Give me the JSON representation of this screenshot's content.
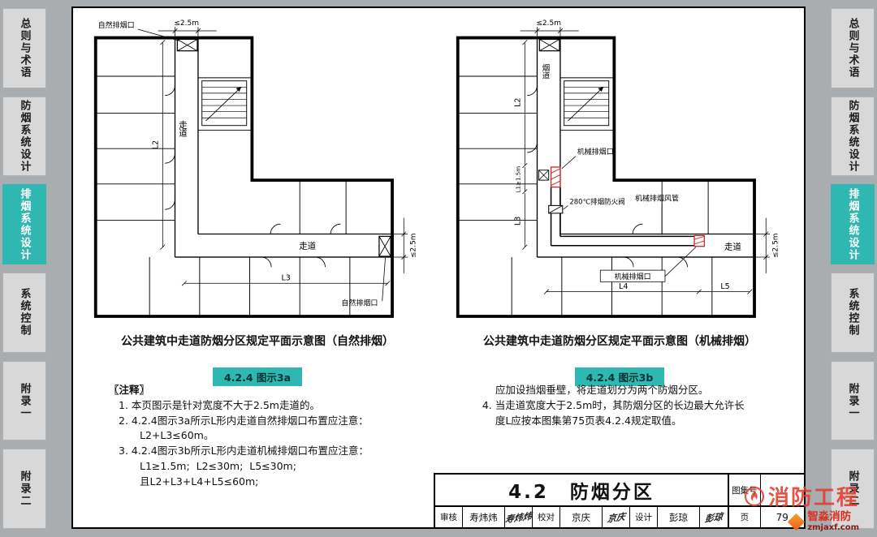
{
  "colors": {
    "accent_teal": "#2fb7b1",
    "tab_gray": "#d7d8d7",
    "frame_gray": "#a9adb0",
    "watermark_red": "#e23d2d",
    "outlet_red": "#cc2a2a"
  },
  "sidebar": {
    "tabs": [
      "总则与术语",
      "防烟系统设计",
      "排烟系统设计",
      "系统控制",
      "附录一",
      "附录二"
    ],
    "active_tab": "排烟系统设计"
  },
  "figures": {
    "a": {
      "caption": "公共建筑中走道防烟分区规定平面示意图（自然排烟）",
      "badge": "4.2.4 图示3a",
      "labels": {
        "vent_top": "自然排烟口",
        "vent_right": "自然排烟口",
        "corridor_v": "走道",
        "corridor_h": "走道",
        "dim_top": "≤2.5m",
        "dim_right": "≤2.5m",
        "l2": "L2",
        "l3": "L3"
      }
    },
    "b": {
      "caption": "公共建筑中走道防烟分区规定平面示意图（机械排烟）",
      "badge": "4.2.4 图示3b",
      "labels": {
        "shaft": "烟道",
        "outlet_top": "机械排烟口",
        "outlet_right": "机械排烟口",
        "damper": "280℃排烟防火阀",
        "duct": "机械排烟风管",
        "corridor_h": "走道",
        "dim_top": "≤2.5m",
        "dim_right": "≤2.5m",
        "l1": "L1≥1.5m",
        "l2": "L2",
        "l3": "L3",
        "l4": "L4",
        "l5": "L5"
      }
    }
  },
  "notes": {
    "header": "〖注释〗",
    "col1": [
      "1. 本页图示是针对宽度不大于2.5m走道的。",
      "2. 4.2.4图示3a所示L形内走道自然排烟口布置应注意：",
      "L2+L3≤60m。",
      "3. 4.2.4图示3b所示L形内走道机械排烟口布置应注意：",
      "L1≥1.5m;  L2≤30m;  L5≤30m;",
      "且L2+L3+L4+L5≤60m;"
    ],
    "col2": [
      "应加设挡烟垂壁，将走道划分为两个防烟分区。",
      "4. 当走道宽度大于2.5m时，其防烟分区的长边最大允许长",
      "度L应按本图集第75页表4.2.4规定取值。"
    ]
  },
  "titleblock": {
    "section_title": "4.2　防烟分区",
    "atlas_label": "图集号",
    "atlas_value": "",
    "page_label": "页",
    "page_value": "79",
    "reviewer_label": "审核",
    "reviewer_name": "寿炜炜",
    "reviewer_sig": "寿炜炜",
    "checker_label": "校对",
    "checker_name": "京庆",
    "checker_sig": "京庆",
    "designer_label": "设计",
    "designer_name": "彭琼",
    "designer_sig": "彭琼"
  },
  "watermark": {
    "brand": "消防工程",
    "company": "智淼消防",
    "site": "zmjaxf.com"
  }
}
